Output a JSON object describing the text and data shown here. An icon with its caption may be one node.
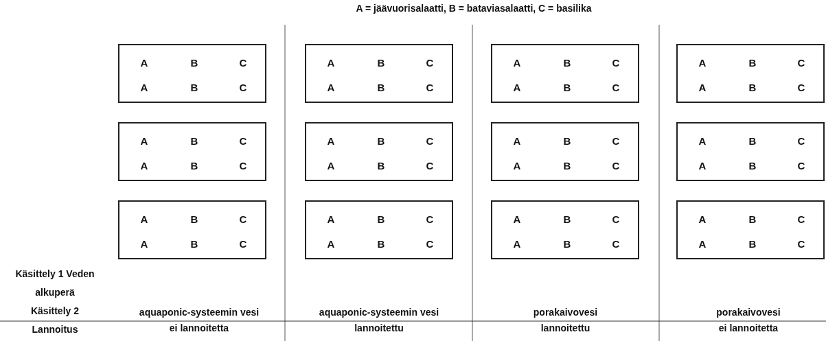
{
  "diagram": {
    "title": "A = jäävuorisalaatti, B = bataviasalaatti, C = basilika",
    "nodes": [
      {
        "text": [
          "A",
          "B",
          "C",
          "A",
          "B",
          "C"
        ]
      },
      {
        "text": [
          "A",
          "B",
          "C",
          "A",
          "B",
          "C"
        ]
      },
      {
        "text": [
          "A",
          "B",
          "C",
          "A",
          "B",
          "C"
        ]
      },
      {
        "text": [
          "A",
          "B",
          "C",
          "A",
          "B",
          "C"
        ]
      },
      {
        "text": [
          "A",
          "B",
          "C",
          "A",
          "B",
          "C"
        ]
      },
      {
        "text": [
          "A",
          "B",
          "C",
          "A",
          "B",
          "C"
        ]
      },
      {
        "text": [
          "A",
          "B",
          "C",
          "A",
          "B",
          "C"
        ]
      },
      {
        "text": [
          "A",
          "B",
          "C",
          "A",
          "B",
          "C"
        ]
      },
      {
        "text": [
          "A",
          "B",
          "C",
          "A",
          "B",
          "C"
        ]
      },
      {
        "text": [
          "A",
          "B",
          "C",
          "A",
          "B",
          "C"
        ]
      },
      {
        "text": [
          "A",
          "B",
          "C",
          "A",
          "B",
          "C"
        ]
      },
      {
        "text": [
          "A",
          "B",
          "C",
          "A",
          "B",
          "C"
        ]
      }
    ],
    "labels": [
      "Käsittely 1 Veden alkuperä",
      "aquaponic-systeemin vesi",
      "aquaponic-systeemin vesi",
      "porakaivovesi",
      "porakaivovesi",
      "Käsittely 2 Lannoitus",
      "ei lannoitetta",
      "lannoitettu",
      "lannoitettu",
      "ei lannoitetta"
    ]
  }
}
